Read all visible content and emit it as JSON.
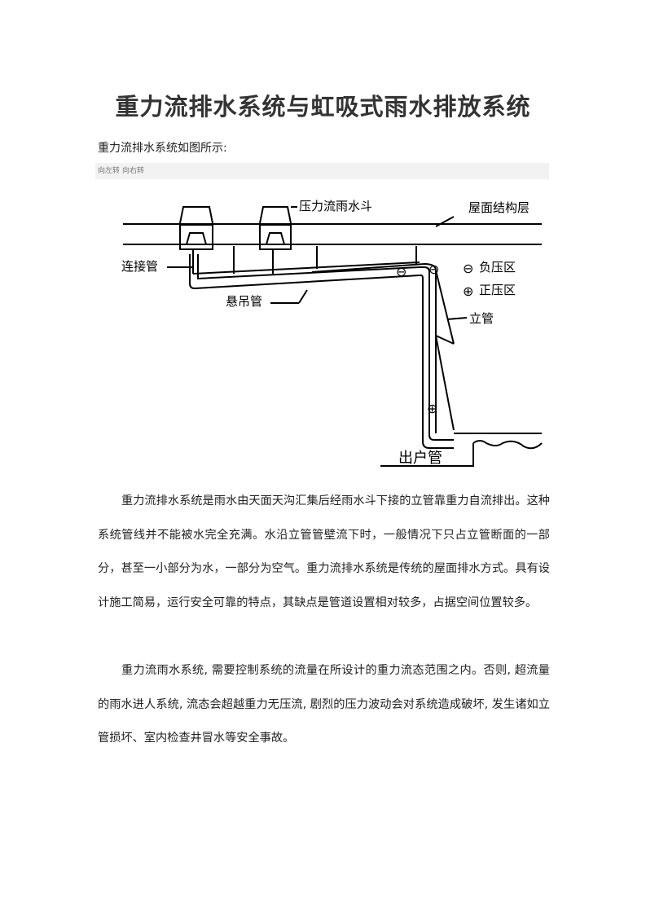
{
  "document": {
    "title": "重力流排水系统与虹吸式雨水排放系统",
    "intro": "重力流排水系统如图所示:",
    "rotate_left": "向左转",
    "rotate_right": "向右转",
    "paragraphs": [
      "重力流排水系统是雨水由天面天沟汇集后经雨水斗下接的立管靠重力自流排出。这种系统管线并不能被水完全充满。水沿立管管壁流下时，一般情况下只占立管断面的一部分，甚至一小部分为水，一部分为空气。重力流排水系统是传统的屋面排水方式。具有设计施工简易，运行安全可靠的特点，其缺点是管道设置相对较多，占据空间位置较多。",
      "重力流雨水系统, 需要控制系统的流量在所设计的重力流态范围之内。否则, 超流量的雨水进人系统, 流态会超越重力无压流, 剧烈的压力波动会对系统造成破坏, 发生诸如立管损坏、室内检查井冒水等安全事故。"
    ]
  },
  "diagram": {
    "labels": {
      "pressure_drain": "压力流雨水斗",
      "roof_layer": "屋面结构层",
      "connector": "连接管",
      "suspended_pipe": "悬吊管",
      "negative_zone": "负压区",
      "positive_zone": "正压区",
      "riser": "立管",
      "outlet": "出户管"
    },
    "symbols": {
      "negative": "⊖",
      "positive": "⊕"
    }
  }
}
